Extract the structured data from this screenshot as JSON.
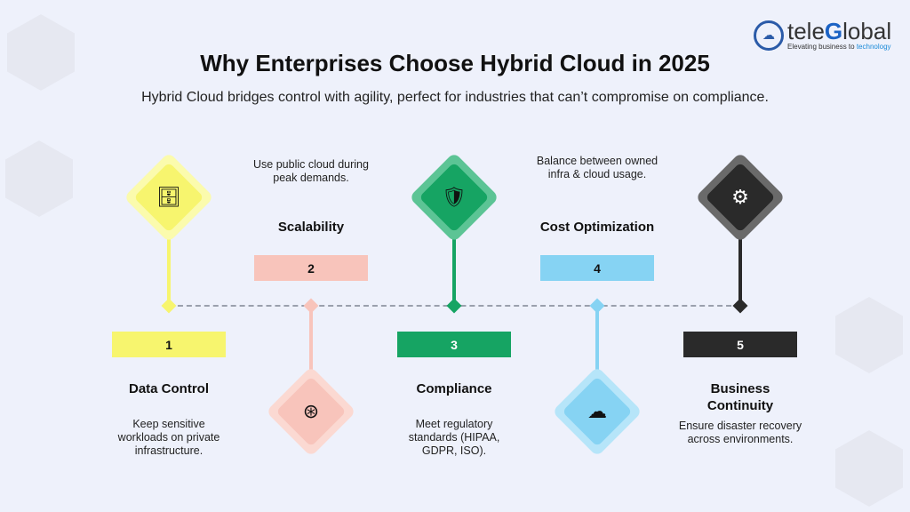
{
  "title": "Why Enterprises Choose Hybrid Cloud in 2025",
  "subtitle": "Hybrid Cloud bridges control with agility, perfect for industries that can’t compromise on compliance.",
  "logo": {
    "name_a": "tele",
    "name_b": "G",
    "name_c": "lobal",
    "tagline_a": "Elevating business to ",
    "tagline_b": "technology"
  },
  "steps": [
    {
      "number": "1",
      "title": "Data Control",
      "description": "Keep sensitive workloads on private infrastructure.",
      "icon": "database-icon",
      "color": "#f7f56e"
    },
    {
      "number": "2",
      "title": "Scalability",
      "description": "Use public cloud during peak demands.",
      "icon": "network-hub-icon",
      "color": "#f8c4bb"
    },
    {
      "number": "3",
      "title": "Compliance",
      "description": "Meet regulatory standards (HIPAA, GDPR, ISO).",
      "icon": "shield-icon",
      "color": "#16a463"
    },
    {
      "number": "4",
      "title": "Cost Optimization",
      "description": "Balance between owned infra & cloud usage.",
      "icon": "cloud-dollar-icon",
      "color": "#86d3f3"
    },
    {
      "number": "5",
      "title": "Business Continuity",
      "description": "Ensure disaster recovery across environments.",
      "icon": "gear-cycle-icon",
      "color": "#2a2a2a"
    }
  ]
}
